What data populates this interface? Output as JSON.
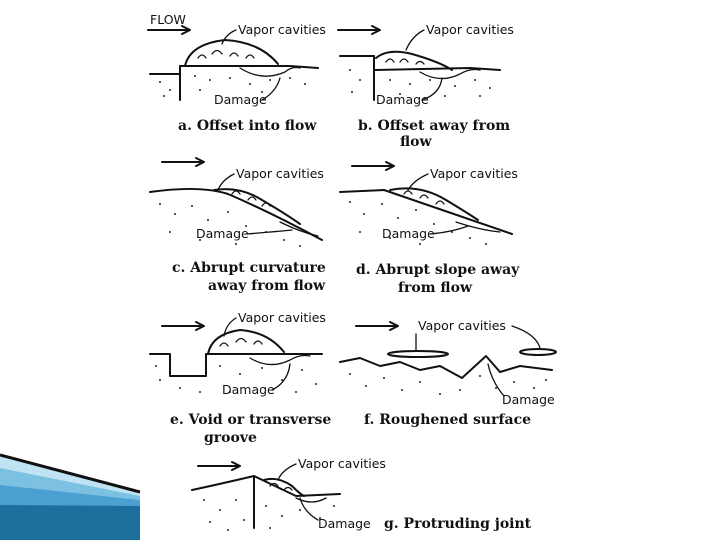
{
  "diagram": {
    "flow_label": "FLOW",
    "vapor_label": "Vapor cavities",
    "damage_label": "Damage",
    "panels": [
      {
        "id": "a",
        "caption_lines": [
          "a.  Offset into flow"
        ]
      },
      {
        "id": "b",
        "caption_lines": [
          "b.  Offset away from",
          "flow"
        ]
      },
      {
        "id": "c",
        "caption_lines": [
          "c.  Abrupt curvature",
          "away from flow"
        ]
      },
      {
        "id": "d",
        "caption_lines": [
          "d.  Abrupt slope away",
          "from flow"
        ]
      },
      {
        "id": "e",
        "caption_lines": [
          "e.  Void or transverse",
          "groove"
        ]
      },
      {
        "id": "f",
        "caption_lines": [
          "f.  Roughened surface"
        ]
      },
      {
        "id": "g",
        "caption_lines": [
          "g.  Protruding joint"
        ]
      }
    ]
  },
  "colors": {
    "ink": "#111111",
    "background": "#ffffff",
    "accent_light": "#bfe3f2",
    "accent_mid": "#5aaed6",
    "accent_dark": "#1d6f9e"
  }
}
